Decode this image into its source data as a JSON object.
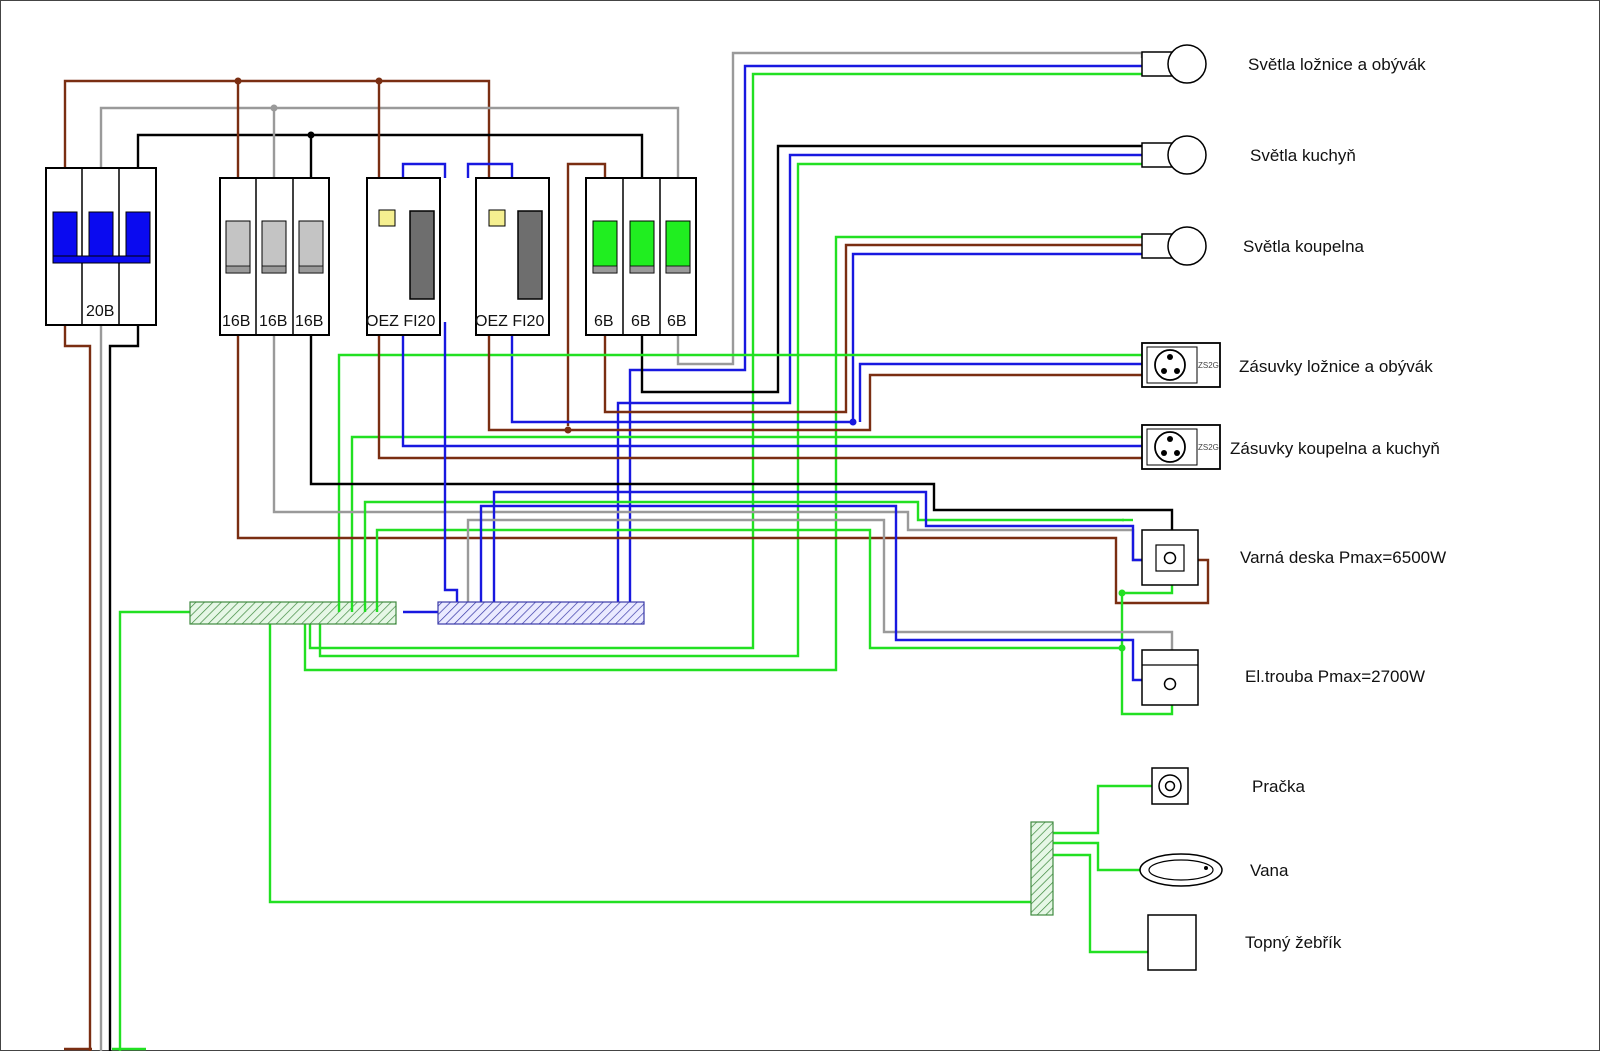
{
  "colors": {
    "phase": "#7a2e12",
    "phase2": "#9a9a9a",
    "phase3": "#000000",
    "neutral": "#1818e0",
    "pe": "#22e022",
    "breaker_main": "#0a0af0",
    "breaker_16": "#c4c4c4",
    "breaker_fi": "#6e6e6e",
    "breaker_6": "#20ee20",
    "fi_indicator": "#f5ef90"
  },
  "breakers": {
    "main": {
      "label": "20B"
    },
    "b16": [
      "16B",
      "16B",
      "16B"
    ],
    "fi1": {
      "label": "OEZ FI20"
    },
    "fi2": {
      "label": "OEZ FI20"
    },
    "b6": [
      "6B",
      "6B",
      "6B"
    ]
  },
  "loads": [
    {
      "icon": "light-bulb-icon",
      "label": "Světla ložnice a obývák"
    },
    {
      "icon": "light-bulb-icon",
      "label": "Světla kuchyň"
    },
    {
      "icon": "light-bulb-icon",
      "label": "Světla koupelna"
    },
    {
      "icon": "double-socket-icon",
      "label": "Zásuvky ložnice a obývák",
      "socket_code": "ZS2G"
    },
    {
      "icon": "double-socket-icon",
      "label": "Zásuvky koupelna a kuchyň",
      "socket_code": "ZS2G"
    },
    {
      "icon": "hob-outlet-icon",
      "label": "Varná deska Pmax=6500W"
    },
    {
      "icon": "oven-outlet-icon",
      "label": "El.trouba Pmax=2700W"
    },
    {
      "icon": "washer-outlet-icon",
      "label": "Pračka"
    },
    {
      "icon": "bathtub-icon",
      "label": "Vana"
    },
    {
      "icon": "towel-heater-icon",
      "label": "Topný žebřík"
    }
  ]
}
